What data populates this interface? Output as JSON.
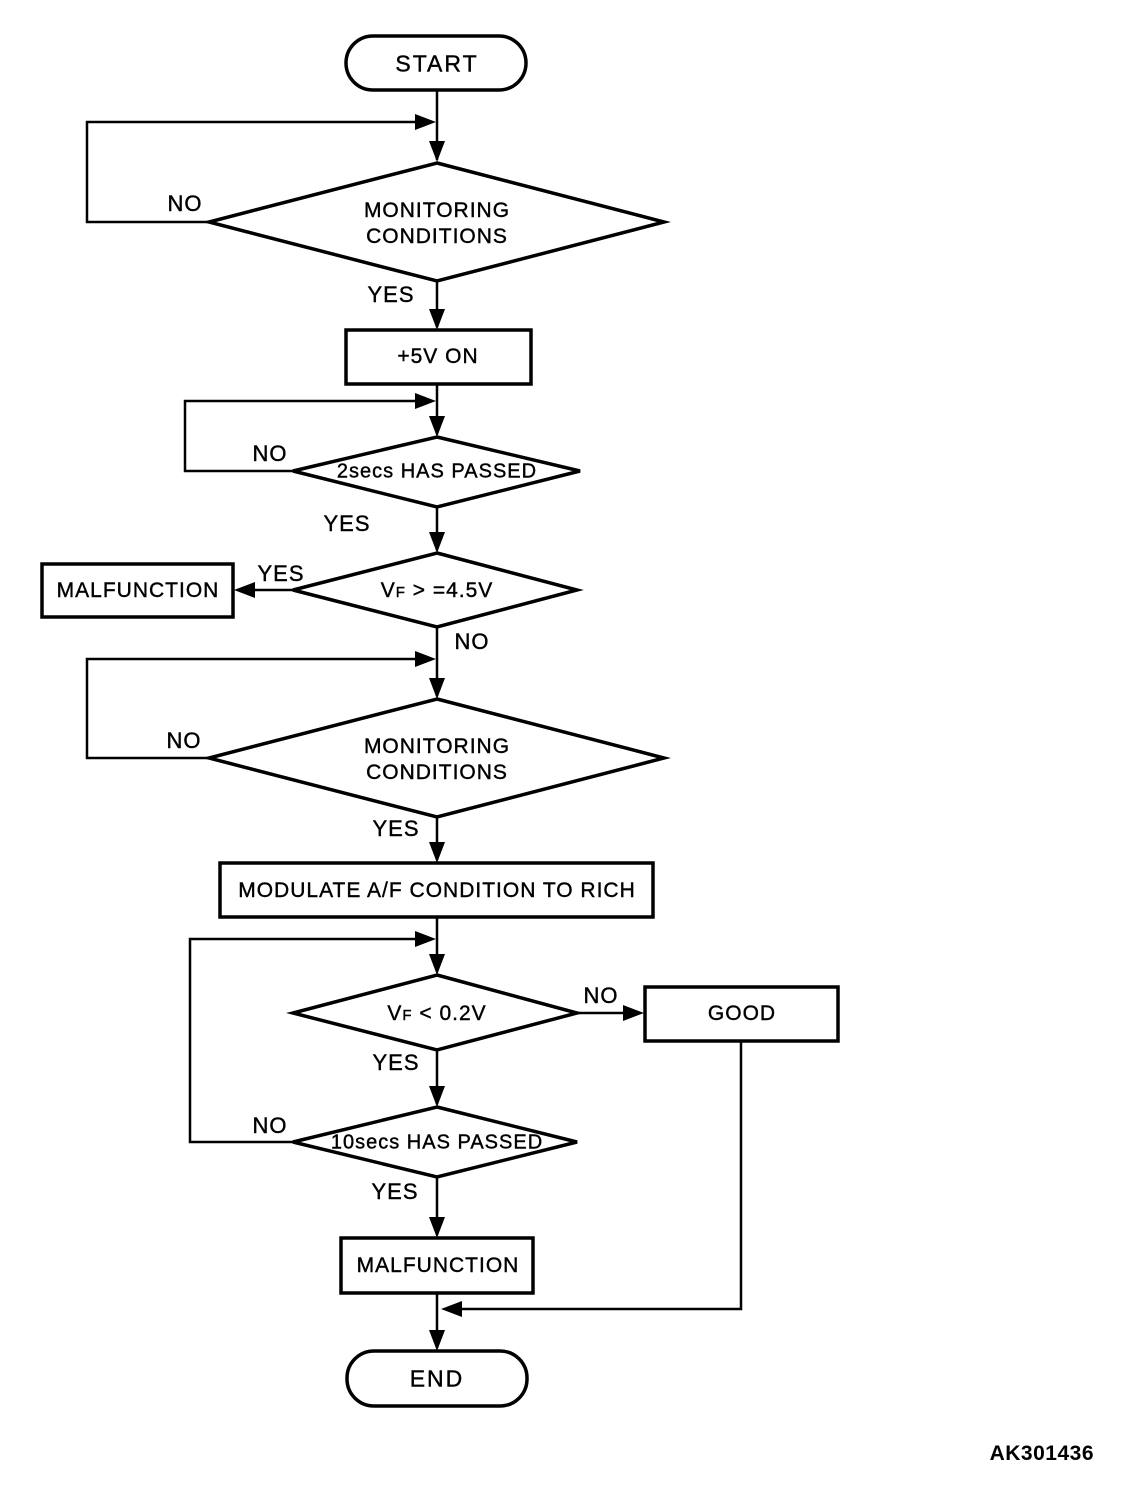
{
  "figure_id": "AK301436",
  "colors": {
    "line": "#000000",
    "background": "#ffffff"
  },
  "nodes": {
    "start": {
      "label": "START"
    },
    "monitor1": {
      "line1": "MONITORING",
      "line2": "CONDITIONS"
    },
    "plus5v": {
      "label": "+5V ON"
    },
    "wait2s": {
      "label": "2secs HAS PASSED"
    },
    "vf_high": {
      "base": "V",
      "sub": "F",
      "rest": " > =4.5V"
    },
    "malfunction1": {
      "label": "MALFUNCTION"
    },
    "monitor2": {
      "line1": "MONITORING",
      "line2": "CONDITIONS"
    },
    "modulate": {
      "label": "MODULATE A/F CONDITION TO RICH"
    },
    "vf_low": {
      "base": "V",
      "sub": "F",
      "rest": " < 0.2V"
    },
    "good": {
      "label": "GOOD"
    },
    "wait10s": {
      "label": "10secs HAS PASSED"
    },
    "malfunction2": {
      "label": "MALFUNCTION"
    },
    "end": {
      "label": "END"
    }
  },
  "edges": {
    "monitor1_no": "NO",
    "monitor1_yes": "YES",
    "wait2s_no": "NO",
    "wait2s_yes": "YES",
    "vf_high_yes": "YES",
    "vf_high_no": "NO",
    "monitor2_no": "NO",
    "monitor2_yes": "YES",
    "vf_low_no": "NO",
    "vf_low_yes": "YES",
    "wait10s_no": "NO",
    "wait10s_yes": "YES"
  }
}
